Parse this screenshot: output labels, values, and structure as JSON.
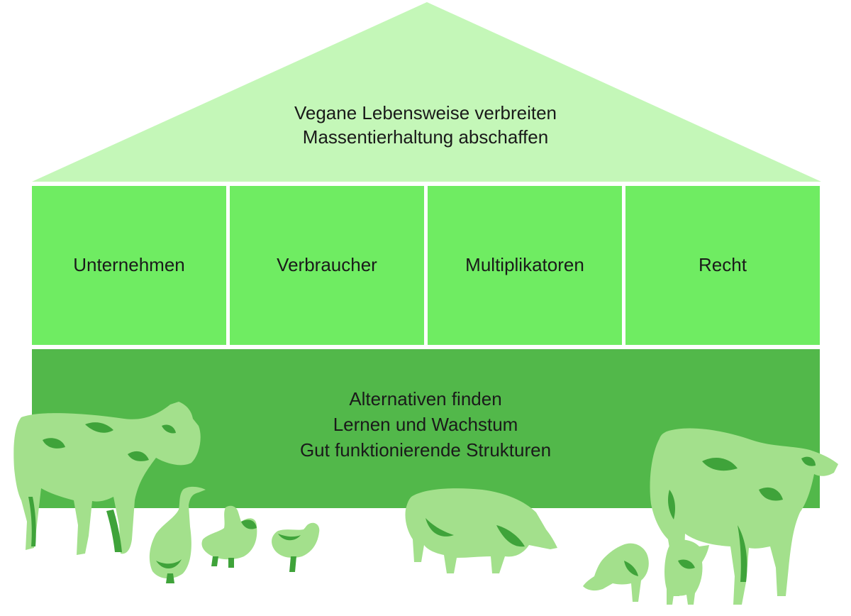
{
  "roof": {
    "lines": [
      "Vegane Lebensweise verbreiten",
      "Massentierhaltung abschaffen"
    ]
  },
  "pillars": [
    "Unternehmen",
    "Verbraucher",
    "Multiplikatoren",
    "Recht"
  ],
  "foundation": {
    "lines": [
      "Alternativen finden",
      "Lernen und Wachstum",
      "Gut funktionierende Strukturen"
    ]
  },
  "animals": [
    "cow-icon",
    "goose-icon",
    "rooster-icon",
    "hen-icon",
    "pig-icon",
    "cow-icon",
    "piglet-icon"
  ],
  "colors": {
    "roof": "#c4f7b8",
    "pillar": "#6fec62",
    "foundation": "#52b84a",
    "animal_light": "#a3e08c",
    "animal_dark": "#3fa33a"
  }
}
